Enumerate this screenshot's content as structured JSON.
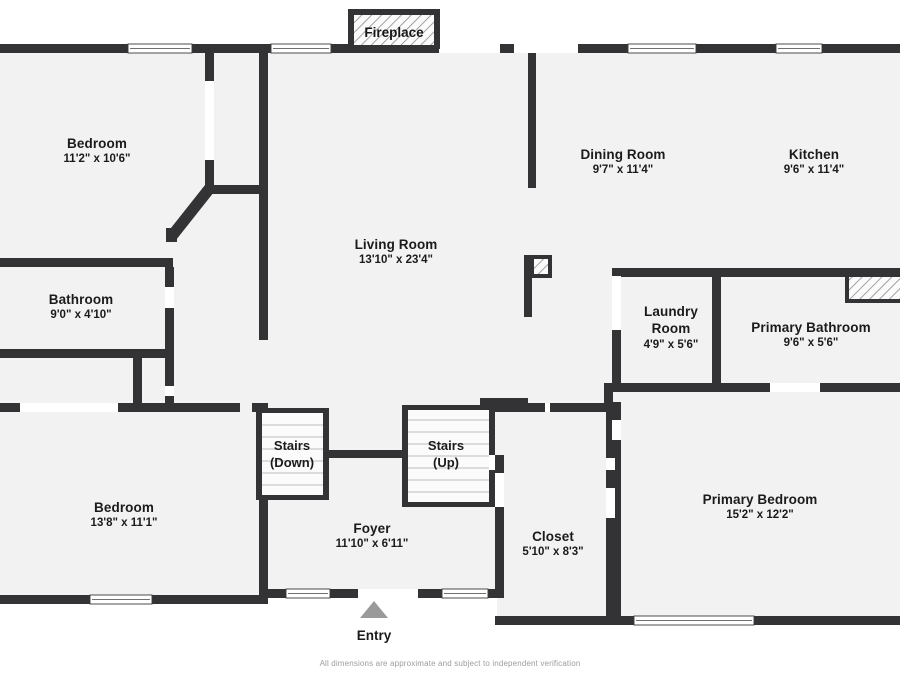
{
  "plan": {
    "background_color": "#ffffff",
    "floor_fill": "#f2f2f2",
    "wall_color": "#333335",
    "window_fill": "#ffffff",
    "hatch_color": "#6e6e6e",
    "entry_marker_color": "#9a9a9a"
  },
  "rooms": [
    {
      "id": "bedroom-top-left",
      "name": "Bedroom",
      "dimensions": "11'2\" x 10'6\""
    },
    {
      "id": "bathroom",
      "name": "Bathroom",
      "dimensions": "9'0\" x 4'10\""
    },
    {
      "id": "bedroom-bottom-left",
      "name": "Bedroom",
      "dimensions": "13'8\" x 11'1\""
    },
    {
      "id": "living-room",
      "name": "Living Room",
      "dimensions": "13'10\" x 23'4\""
    },
    {
      "id": "dining-room",
      "name": "Dining Room",
      "dimensions": "9'7\" x 11'4\""
    },
    {
      "id": "kitchen",
      "name": "Kitchen",
      "dimensions": "9'6\" x 11'4\""
    },
    {
      "id": "laundry-room",
      "name": "Laundry Room",
      "name_line1": "Laundry",
      "name_line2": "Room",
      "dimensions": "4'9\" x 5'6\""
    },
    {
      "id": "primary-bathroom",
      "name": "Primary Bathroom",
      "dimensions": "9'6\" x 5'6\""
    },
    {
      "id": "primary-bedroom",
      "name": "Primary Bedroom",
      "dimensions": "15'2\" x 12'2\""
    },
    {
      "id": "foyer",
      "name": "Foyer",
      "dimensions": "11'10\" x 6'11\""
    },
    {
      "id": "closet",
      "name": "Closet",
      "dimensions": "5'10\" x 8'3\""
    }
  ],
  "features": {
    "fireplace": {
      "label": "Fireplace"
    },
    "stairs_down": {
      "line1": "Stairs",
      "line2": "(Down)"
    },
    "stairs_up": {
      "line1": "Stairs",
      "line2": "(Up)"
    },
    "entry": {
      "label": "Entry",
      "marker": "triangle-up-icon"
    }
  },
  "footer": {
    "disclaimer": "All dimensions are approximate and subject to independent verification"
  }
}
